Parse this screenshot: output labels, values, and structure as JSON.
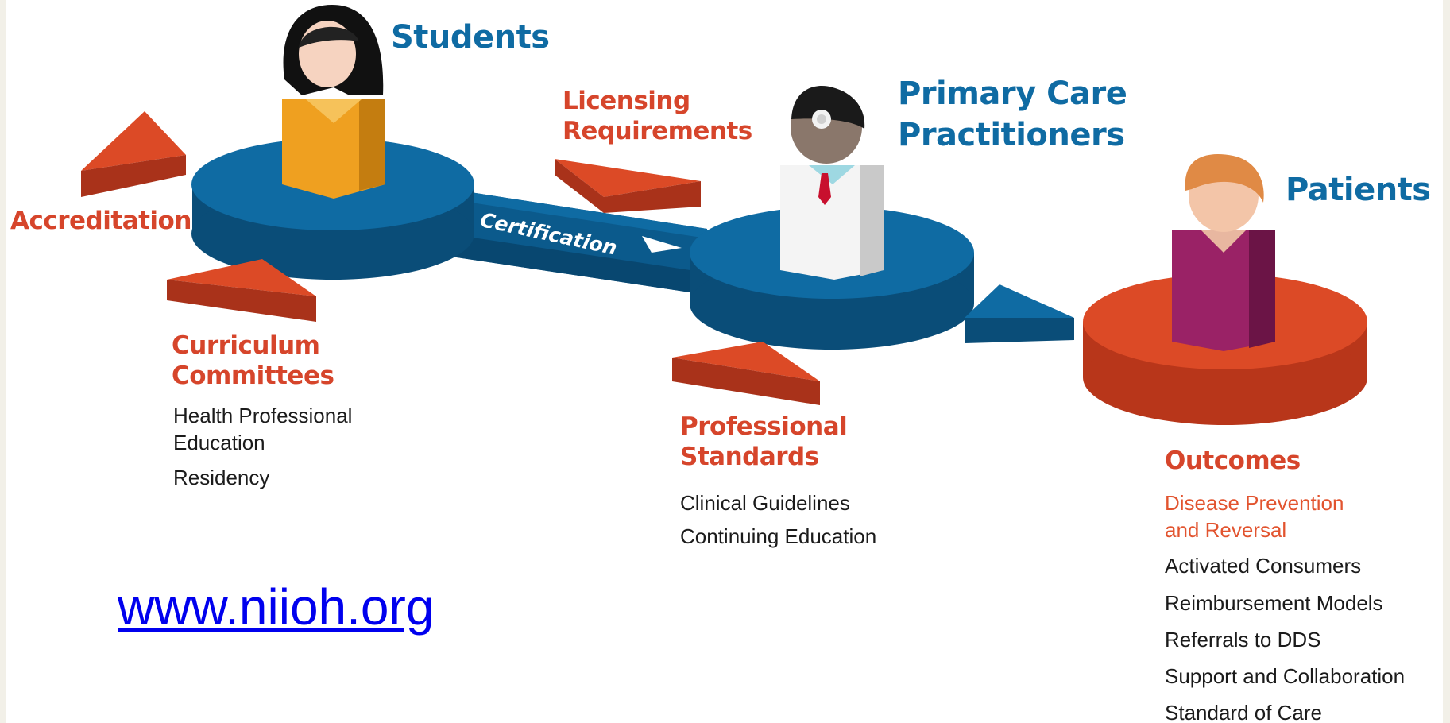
{
  "nodes": {
    "students": "Students",
    "primary_care": "Primary Care\nPractitioners",
    "patients": "Patients"
  },
  "edge_label": "Certification",
  "influences": {
    "accreditation": "Accreditation",
    "licensing": "Licensing\nRequirements",
    "curriculum": {
      "title": "Curriculum\nCommittees",
      "items": [
        "Health Professional\nEducation",
        "Residency"
      ]
    },
    "professional": {
      "title": "Professional\nStandards",
      "items": [
        "Clinical Guidelines",
        "Continuing Education"
      ]
    }
  },
  "outcomes": {
    "title": "Outcomes",
    "subtitle": "Disease Prevention\nand Reversal",
    "items": [
      "Activated Consumers",
      "Reimbursement Models",
      "Referrals to DDS",
      "Support and Collaboration",
      "Standard of Care"
    ]
  },
  "website": "www.niioh.org",
  "colors": {
    "blue": "#0f6ba3",
    "blue_dark": "#0a4d78",
    "orange_red": "#dc4a26",
    "red_text": "#d6452b",
    "student_shirt": "#efa020",
    "patient_shirt": "#8e1f5e"
  },
  "icons": [
    "student-figure-icon",
    "doctor-figure-icon",
    "patient-figure-icon",
    "arrow-icon"
  ]
}
